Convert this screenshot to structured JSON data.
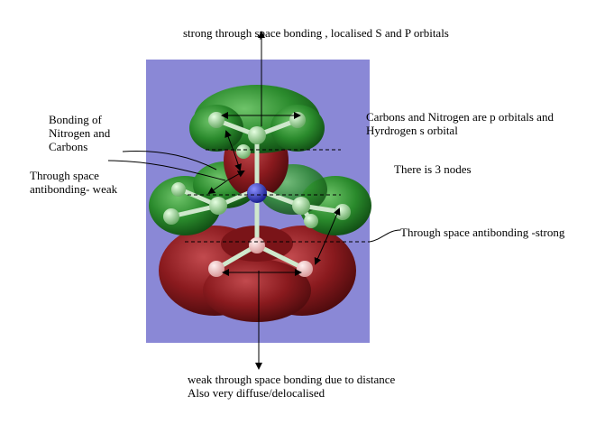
{
  "labels": {
    "top": "strong through space bonding , localised S and P orbitals",
    "bonding_lines": [
      "Bonding of",
      "Nitrogen and",
      "Carbons"
    ],
    "through_weak_lines": [
      "Through space",
      "antibonding- weak"
    ],
    "orbitals_lines": [
      "Carbons and Nitrogen are p orbitals and",
      "Hyrdrogen s orbital"
    ],
    "nodes": "There is 3 nodes",
    "through_strong": "Through space antibonding -strong",
    "bottom_lines": [
      "weak through space bonding due to distance",
      "Also very diffuse/delocalised"
    ]
  },
  "colors": {
    "background_panel": "#8a88d6",
    "green_lobe": "#1f7a24",
    "red_lobe": "#7a1418",
    "atom_carbon": "#a9d8a6",
    "atom_hydrogen": "#f2c6c6",
    "atom_nitrogen": "#2a2fb8"
  }
}
